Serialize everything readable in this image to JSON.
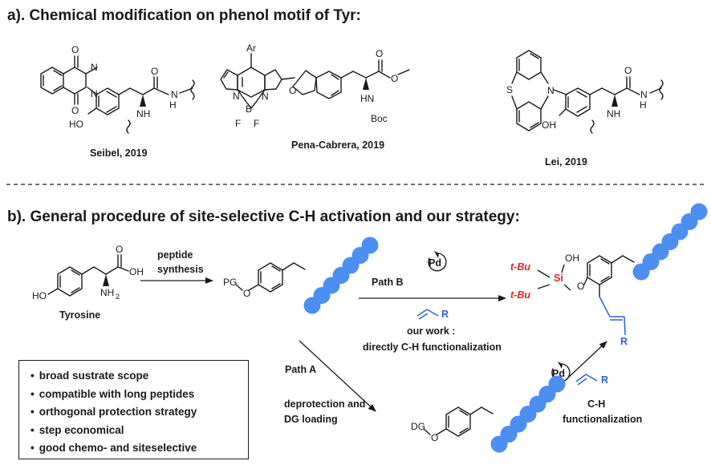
{
  "section_a": {
    "title": "a). Chemical modification on phenol motif of Tyr:",
    "refs": [
      "Seibel, 2019",
      "Pena-Cabrera, 2019",
      "Lei, 2019"
    ]
  },
  "section_b": {
    "title": "b). General procedure of site-selective C-H activation and our strategy:",
    "tyrosine_label": "Tyrosine",
    "step_peptide": [
      "peptide",
      "synthesis"
    ],
    "path_b": "Path B",
    "path_a": "Path A",
    "our_work": [
      "our work :",
      "directly C-H functionalization"
    ],
    "deprotection": [
      "deprotection and",
      "DG loading"
    ],
    "ch_func": [
      "C-H",
      "functionalization"
    ],
    "catalyst": "Pd",
    "pg": "PG",
    "dg": "DG",
    "tbu": "t-Bu",
    "si": "Si",
    "r_group": "R"
  },
  "features": [
    "broad sustrate scope",
    "compatible with long peptides",
    "orthogonal protection strategy",
    "step economical",
    "good chemo- and siteselective"
  ],
  "colors": {
    "accent_red": "#e0242a",
    "accent_blue": "#2d5fd6",
    "bead": "#4d8ff0"
  }
}
